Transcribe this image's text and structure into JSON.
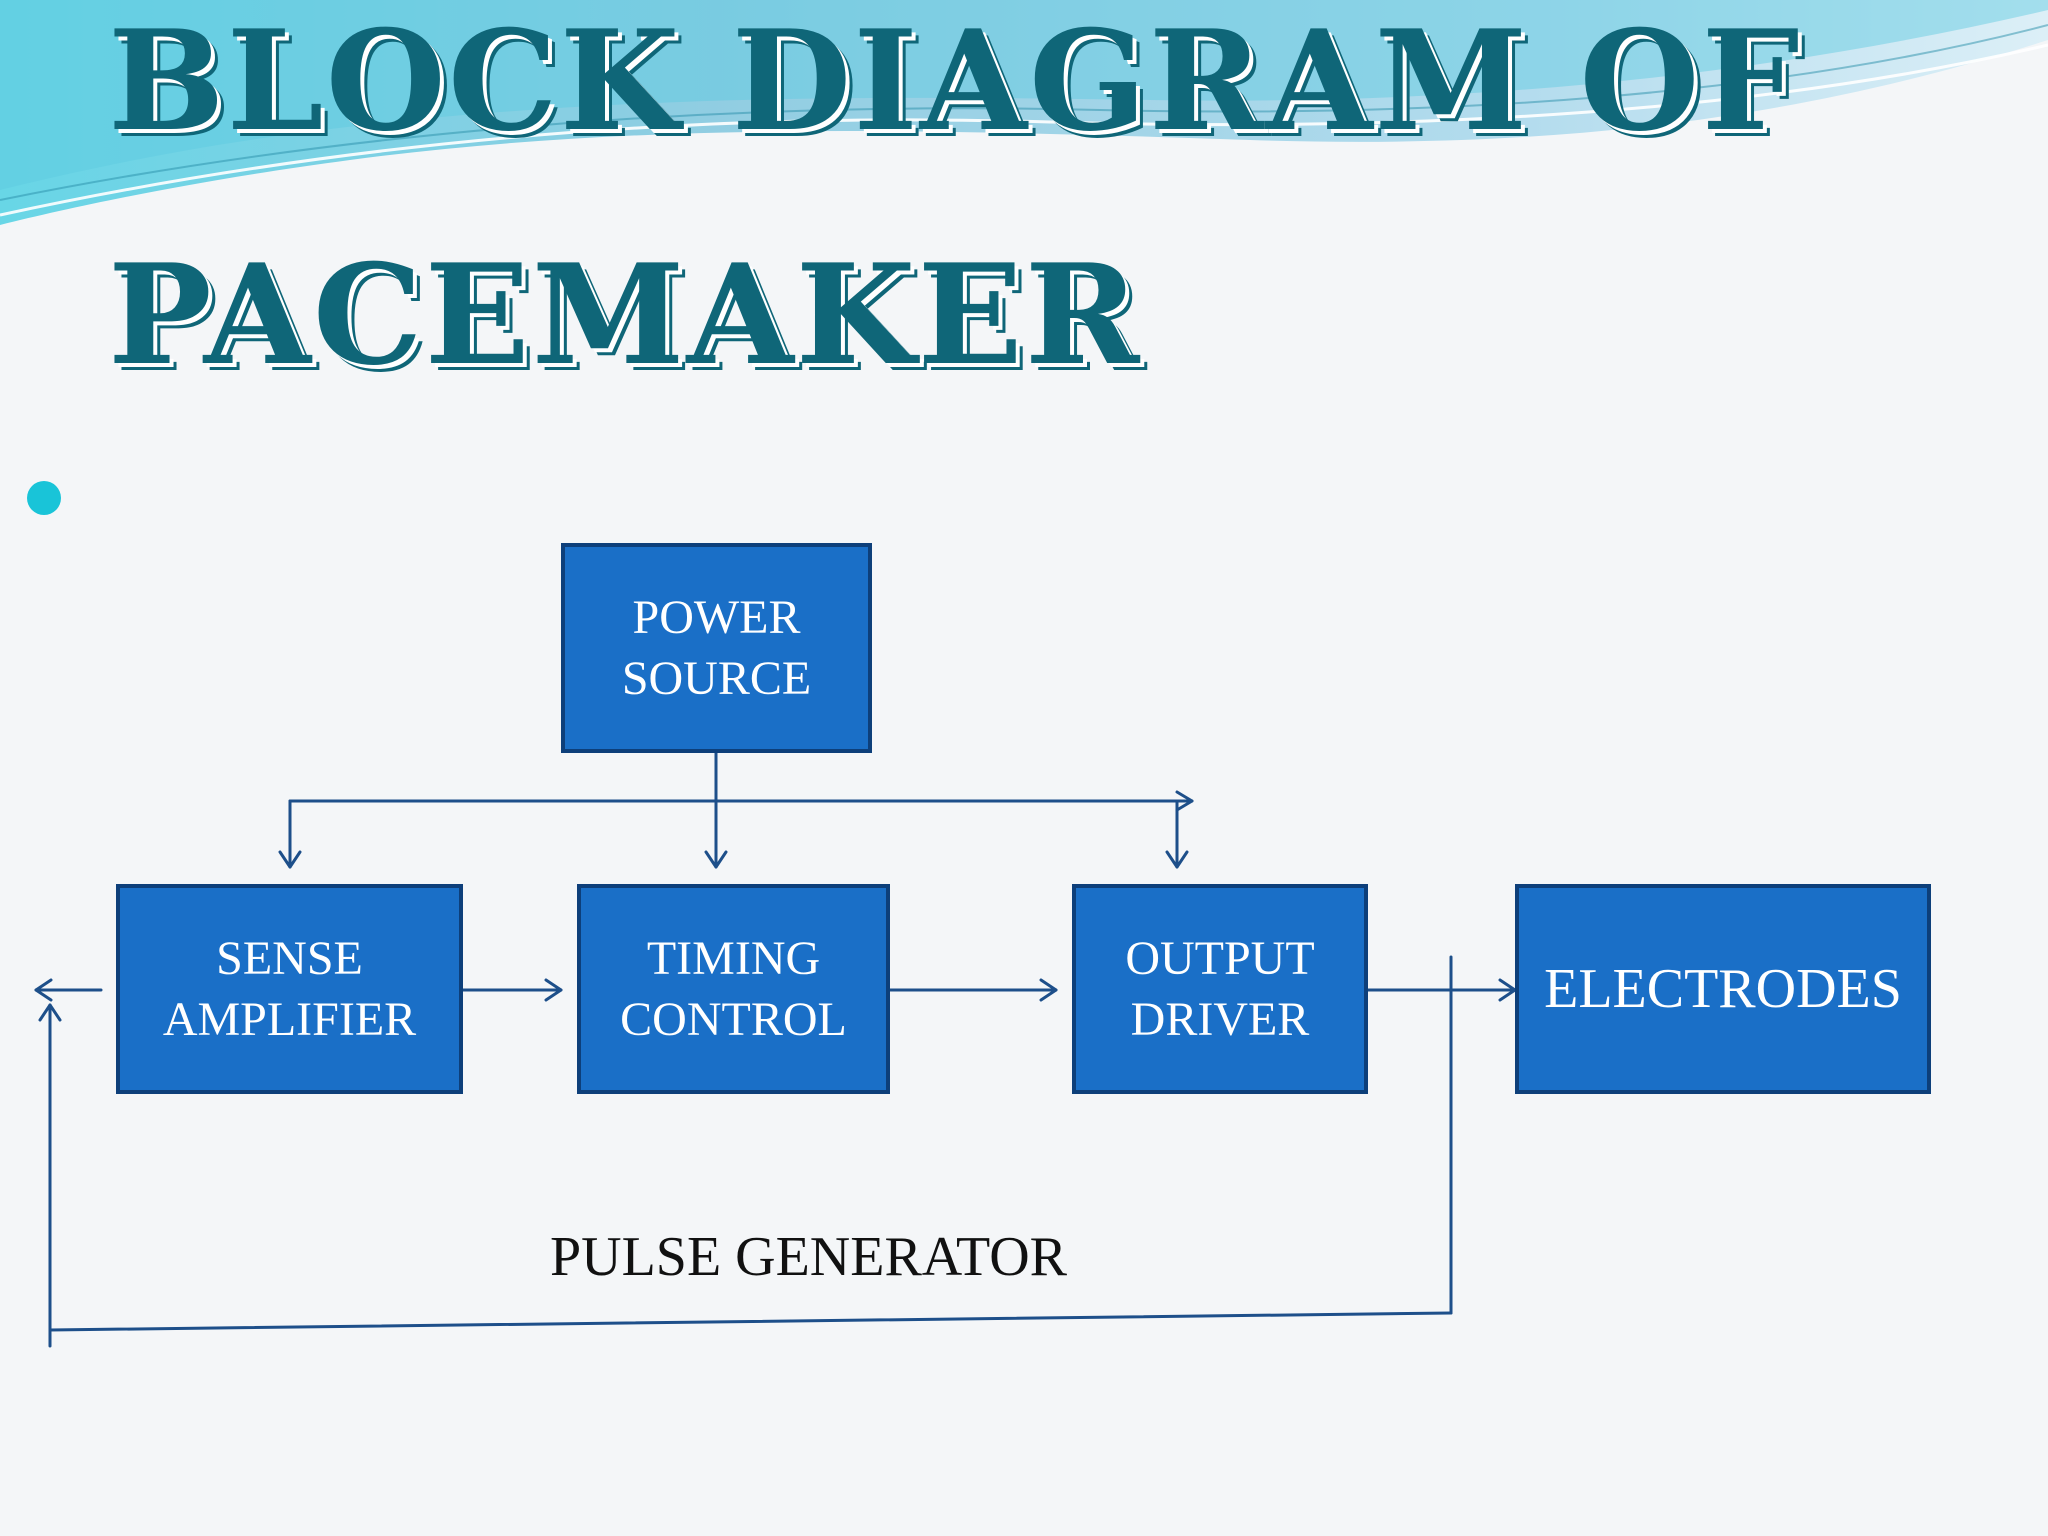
{
  "slide": {
    "title_line_1": "BLOCK DIAGRAM OF",
    "title_line_2": "PACEMAKER"
  },
  "diagram": {
    "blocks": {
      "power_source": [
        "POWER",
        "SOURCE"
      ],
      "sense_amplifier": [
        "SENSE",
        "AMPLIFIER"
      ],
      "timing_control": [
        "TIMING",
        "CONTROL"
      ],
      "output_driver": [
        "OUTPUT",
        "DRIVER"
      ],
      "electrodes": [
        "ELECTRODES"
      ]
    },
    "group_label": "PULSE GENERATOR"
  },
  "colors": {
    "title": "#0f6678",
    "block_fill": "#1a6fc7",
    "block_border": "#0d3f7a",
    "connector": "#1d4f8a",
    "bullet": "#19c4d8"
  }
}
